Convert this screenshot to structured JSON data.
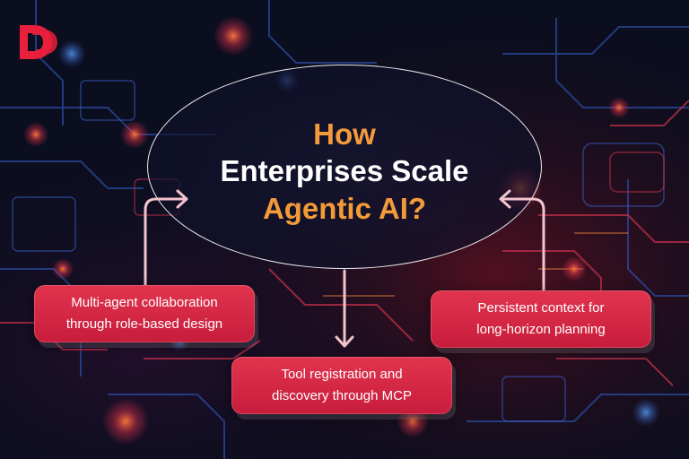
{
  "title": {
    "line1": "How",
    "line2": "Enterprises Scale",
    "line3": "Agentic AI?"
  },
  "nodes": {
    "left": {
      "line1": "Multi-agent collaboration",
      "line2": "through role-based design"
    },
    "right": {
      "line1": "Persistent context for",
      "line2": "long-horizon planning"
    },
    "middle": {
      "line1": "Tool registration and",
      "line2": "discovery through MCP"
    }
  },
  "colors": {
    "accent_orange": "#f39a3a",
    "node_red": "#d42848",
    "logo_red": "#e8203c",
    "background": "#0a0d1c",
    "connector": "#f2c4cc"
  },
  "icons": [
    "brand-logo-icon"
  ]
}
